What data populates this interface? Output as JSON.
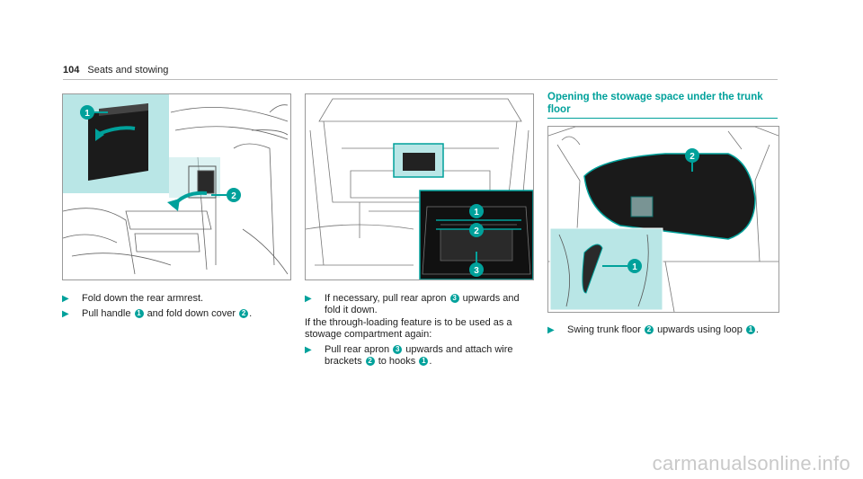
{
  "header": {
    "page_number": "104",
    "section": "Seats and stowing"
  },
  "figures": {
    "fig1": {
      "callouts": [
        "1",
        "2"
      ]
    },
    "fig2": {
      "callouts": [
        "1",
        "2",
        "3"
      ]
    },
    "fig3": {
      "callouts": [
        "2",
        "1"
      ]
    }
  },
  "column1": {
    "step1": "Fold down the rear armrest.",
    "step2": {
      "a": "Pull handle",
      "n1": "1",
      "b": "and fold down cover",
      "n2": "2",
      "c": "."
    }
  },
  "column2": {
    "step1": {
      "a": "If necessary, pull rear apron",
      "n1": "3",
      "b": "upwards and",
      "c": "fold it down."
    },
    "note": {
      "line1": "If the through-loading feature is to be used as a",
      "line2": "stowage compartment again:"
    },
    "step2": {
      "a": "Pull rear apron",
      "n1": "3",
      "b": "upwards and attach wire",
      "c": "brackets",
      "n2": "2",
      "d": "to hooks",
      "n3": "1",
      "e": "."
    }
  },
  "column3": {
    "title": "Opening the stowage space under the trunk floor",
    "step1": {
      "a": "Swing trunk floor",
      "n1": "2",
      "b": "upwards using loop",
      "n2": "1",
      "c": "."
    }
  },
  "watermark": "carmanualsonline.info",
  "colors": {
    "accent": "#00a19b",
    "highlight": "#b9e6e6"
  }
}
